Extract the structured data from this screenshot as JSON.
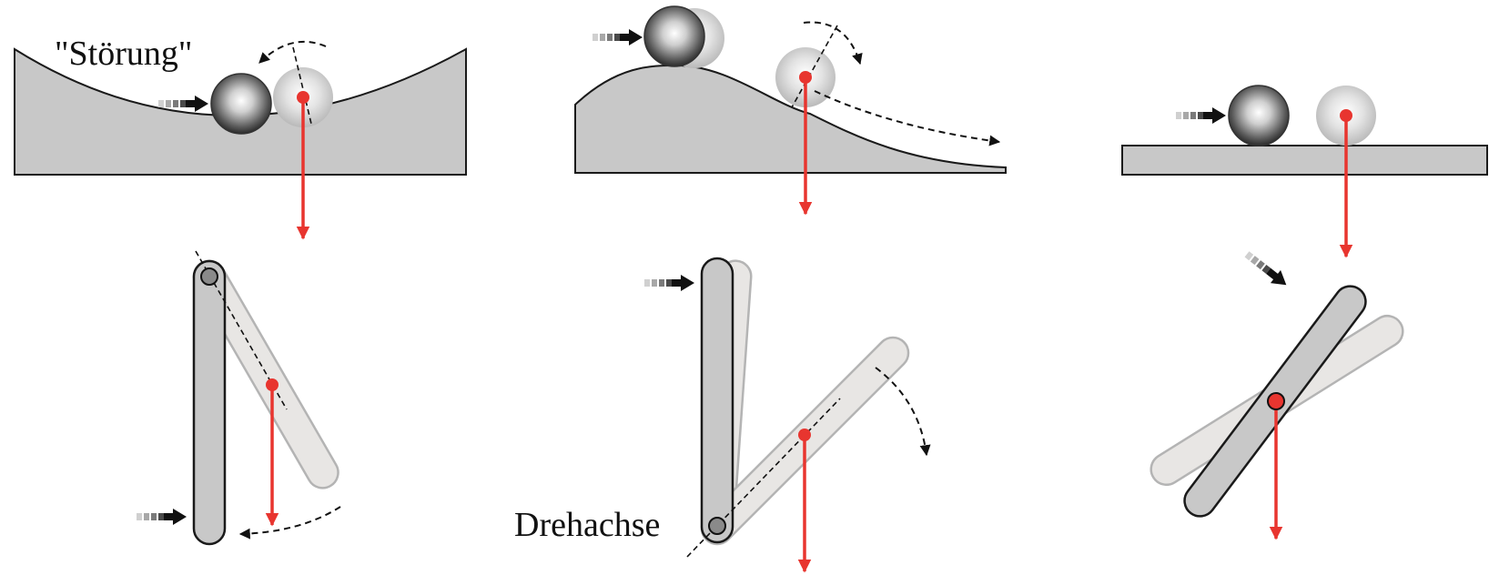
{
  "labels": {
    "disturbance": "\"Störung\"",
    "pivot": "Drehachse"
  },
  "colors": {
    "ground": "#c8c8c8",
    "ground_stroke": "#1a1a1a",
    "ghost": "#e8e6e4",
    "ghost_stroke": "#b4b4b4",
    "gravity": "#e8352f",
    "dashed": "#111111"
  },
  "panels": [
    {
      "row": "ball",
      "equilibrium": "stable"
    },
    {
      "row": "ball",
      "equilibrium": "unstable"
    },
    {
      "row": "ball",
      "equilibrium": "neutral"
    },
    {
      "row": "rod",
      "equilibrium": "stable"
    },
    {
      "row": "rod",
      "equilibrium": "unstable"
    },
    {
      "row": "rod",
      "equilibrium": "neutral"
    }
  ]
}
